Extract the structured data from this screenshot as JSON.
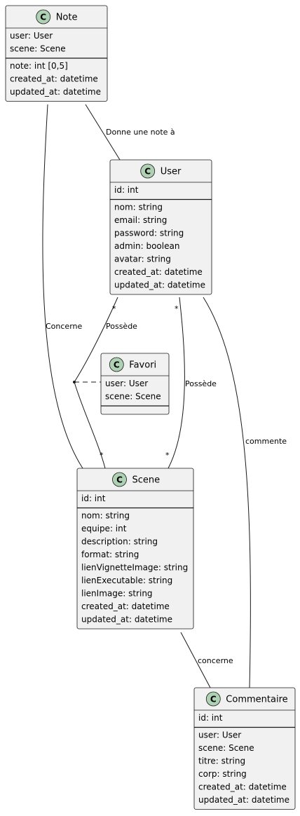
{
  "diagram": {
    "classes": [
      {
        "id": "note",
        "icon": "C",
        "name": "Note",
        "fields": [
          "user: User",
          "scene: Scene"
        ],
        "methods": [
          "note: int [0,5]",
          "created_at: datetime",
          "updated_at: datetime"
        ]
      },
      {
        "id": "user",
        "icon": "C",
        "name": "User",
        "fields": [
          "id: int"
        ],
        "methods": [
          "nom: string",
          "email: string",
          "password: string",
          "admin: boolean",
          "avatar: string",
          "created_at: datetime",
          "updated_at: datetime"
        ]
      },
      {
        "id": "favori",
        "icon": "C",
        "name": "Favori",
        "fields": [
          "user: User",
          "scene: Scene"
        ],
        "methods": []
      },
      {
        "id": "scene",
        "icon": "C",
        "name": "Scene",
        "fields": [
          "id: int"
        ],
        "methods": [
          "nom: string",
          "equipe: int",
          "description: string",
          "format: string",
          "lienVignetteImage: string",
          "lienExecutable: string",
          "lienImage: string",
          "created_at: datetime",
          "updated_at: datetime"
        ]
      },
      {
        "id": "commentaire",
        "icon": "C",
        "name": "Commentaire",
        "fields": [
          "id: int"
        ],
        "methods": [
          "user: User",
          "scene: Scene",
          "titre: string",
          "corp: string",
          "created_at: datetime",
          "updated_at: datetime"
        ]
      }
    ],
    "relations": [
      {
        "id": "note-user",
        "label": "Donne une note à"
      },
      {
        "id": "note-scene",
        "label": "Concerne"
      },
      {
        "id": "user-scene-favori",
        "label": "Possède",
        "from_mult": "*",
        "to_mult": "*"
      },
      {
        "id": "user-scene",
        "label": "Possède",
        "from_mult": "*",
        "to_mult": "*"
      },
      {
        "id": "user-commentaire",
        "label": "commente"
      },
      {
        "id": "scene-commentaire",
        "label": "concerne"
      }
    ],
    "colors": {
      "class_fill": "#f1f1f1",
      "class_border": "#181818",
      "icon_fill": "#add1b2",
      "line": "#181818"
    }
  }
}
